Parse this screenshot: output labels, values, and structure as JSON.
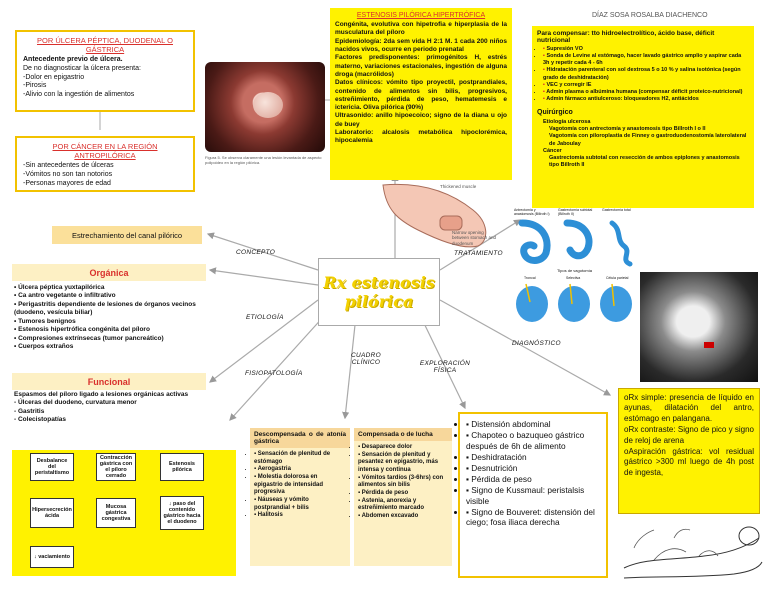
{
  "center": {
    "line1": "Rx estenosis",
    "line2": "pilórica"
  },
  "header_author": "DÍAZ SOSA ROSALBA DIACHENCO",
  "peptic_box": {
    "title": "POR ÚLCERA PÉPTICA, DUODENAL O GÁSTRICA",
    "lines": [
      "Antecedente previo de úlcera.",
      "De no diagnosticar la úlcera presenta:",
      "-Dolor en epigastrio",
      "-Pirosis",
      "-Alivio con la ingestión de alimentos"
    ]
  },
  "cancer_box": {
    "title": "POR CÁNCER EN LA REGIÓN ANTROPILÓRICA",
    "lines": [
      "-Sin antecedentes de úlceras",
      "-Vómitos no son tan notorios",
      "-Personas mayores de edad"
    ]
  },
  "photo_caption": "Figura 5. Se observa claramente una lesión levantada de aspecto polipoideo en la región pilórica.",
  "hypertrophic": {
    "title": "ESTENOSIS PILÓRICA HIPERTRÓFICA",
    "text": "Congénita, evolutiva con hipetrofia e hiperplasia de la musculatura del píloro\nEpidemiología: 2da sem vida H 2:1 M. 1 cada 200 niños nacidos vivos, ocurre en periodo prenatal\nFactores predisponentes: primogénitos H, estrés materno, variaciones estacionales, ingestión de alguna droga (macrólidos)\nDatos clínicos: vómito tipo proyectil, postprandiales, contenido de alimentos sin bilis, progresivos, estreñimiento, pérdida de peso, hematemesis e ictericia. Oliva pilórica (90%)\nUltrasonido: anillo hipoecoico; signo de la diana u ojo de buey\nLaboratorio: alcalosis metabólica hipoclorémica, hipocalemia"
  },
  "stomach_labels": [
    "Thickened muscle",
    "Narrow opening between stomach and duodenum"
  ],
  "treatment": {
    "compensate_title": "Para compensar: tto hidroelectrolítico, ácido base, déficit nutricional",
    "compensate_items": [
      "Supresión VO",
      "Sonda de Levine al estómago, hacer lavado gástrico amplio y aspirar cada 3h y repetir cada 4 - 6h",
      "Hidratación parenteral con sol dextrosa 5 o 10 % y salina isotónica (según grado de deshidratación)",
      "VEC y corregir IE",
      "Admin plasma o albúmina humana (compensar déficit proteico-nutricional)",
      "Admin fármaco antiulceroso: bloqueadores H2, antiácidos"
    ],
    "surgical_title": "Quirúrgico",
    "surgical_items": [
      "Etiología ulcerosa",
      "Vagotomía con antrectomía y anastomosis tipo Billroth I o II",
      "Vagotomía con piloroplastia de Finney o gastroduodenostomía laterolateral de Jaboulay",
      "Cáncer",
      "Gastrectomía subtotal con resección de ambos epiplones y anastomosis tipo Billroth II"
    ]
  },
  "surgery_fig_labels": [
    "Antrectomía y anastomosis (Billroth I)",
    "Gastrectomía subtotal (Billroth II)",
    "Gastrectomía total",
    "Tipos de vagotomía",
    "Troncal",
    "Selectiva",
    "Célula parietal"
  ],
  "branch_labels": {
    "concepto": "CONCEPTO",
    "tratamiento": "TRATAMIENTO",
    "etiologia": "ETIOLOGÍA",
    "diagnostico": "DIAGNÓSTICO",
    "cuadro": "CUADRO CLÍNICO",
    "exploracion": "EXPLORACIÓN FÍSICA",
    "fisiopatologia": "FISIOPATOLOGÍA"
  },
  "concept_text": "Estrechamiento del canal pilórico",
  "organic": {
    "title": "Orgánica",
    "items": [
      "Úlcera péptica yuxtapilórica",
      "Ca antro vegetante o infiltrativo",
      "Perigastritis dependiente de lesiones de órganos vecinos (duodeno, vesícula biliar)",
      "Tumores benignos",
      "Estenosis hipertrófica congénita del píloro",
      "Compresiones extrínsecas (tumor pancreático)",
      "Cuerpos extraños"
    ]
  },
  "functional": {
    "title": "Funcional",
    "items": [
      "Espasmos del píloro ligado a lesiones orgánicas activas",
      "- Úlceras del duodeno, curvatura menor",
      "- Gastritis",
      "- Colecistopatías"
    ]
  },
  "flow": {
    "b1": "Desbalance del peristaltismo",
    "b2": "Contracción gástrica con el píloro cerrado",
    "b3": "Estenosis pilórica",
    "b4": "Hipersecreción ácida",
    "b5": "Mucosa gástrica congestiva",
    "b6": "↓ paso del contenido gástrico hacia el duodeno",
    "b7": "↓ vaciamiento"
  },
  "decomp": {
    "title": "Descompensada o de atonía gástrica",
    "items": [
      "Sensación de plenitud de estómago",
      "Aerogastria",
      "Molestia dolorosa en epigastrio de intensidad progresiva",
      "Náuseas y vómito postprandial + bilis",
      "Halitosis"
    ]
  },
  "comp": {
    "title": "Compensada o de lucha",
    "items": [
      "Desaparece dolor",
      "Sensación de plenitud y pesantez en epigastrio, más intensa y continua",
      "Vómitos tardíos (3-6hrs) con alimentos sin bilis",
      "Pérdida de peso",
      "Astenia, anorexia y estreñimiento marcado",
      "Abdomen excavado"
    ]
  },
  "exam": {
    "items": [
      "Distensión abdominal",
      "Chapoteo o bazuqueo gástrico después de 6h de alimento",
      "Deshidratación",
      "Desnutrición",
      "Pérdida de peso",
      "Signo de Kussmaul: peristalsis visible",
      "Signo de Bouveret: distensión del ciego; fosa iliaca derecha"
    ]
  },
  "diagnosis": {
    "items": [
      "Rx simple: presencia de líquido en ayunas, dilatación del antro, estómago en palangana.",
      "Rx contraste: Signo de pico y signo de reloj de arena",
      "Aspiración gástrica: vol residual gástrico >300 ml luego de 4h post de ingesta,"
    ]
  },
  "colors": {
    "yellow": "#fff200",
    "gold": "#f2c200",
    "red": "#d9302c",
    "title_gold": "#f3d100",
    "organic_bg": "#fdf0c4",
    "tan": "#f7d79b"
  }
}
